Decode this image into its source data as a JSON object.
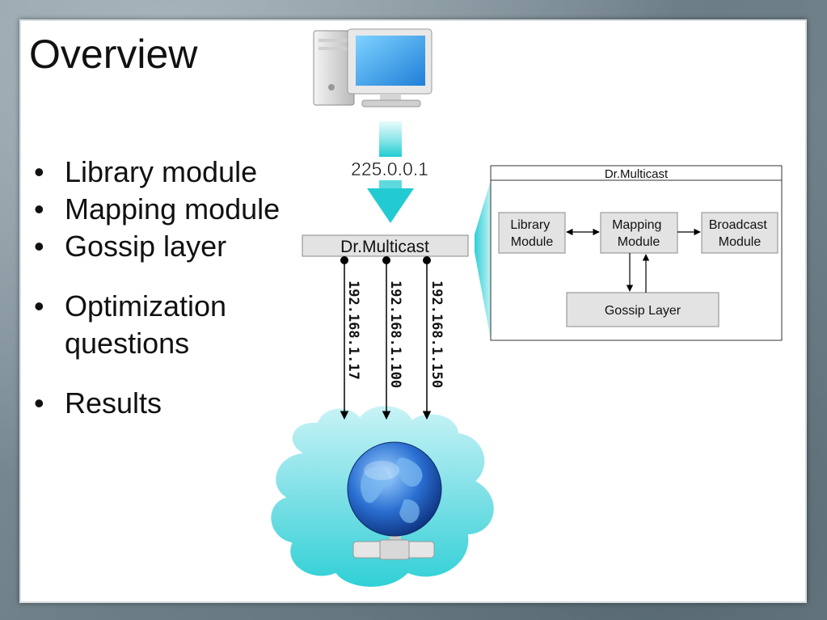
{
  "slide": {
    "title": "Overview",
    "bullets": [
      "Library module",
      "Mapping module",
      "Gossip layer",
      "Optimization questions",
      "Results"
    ]
  },
  "network": {
    "multicast_address": "225.0.0.1",
    "dr_multicast_label": "Dr.Multicast",
    "unicast_addresses": [
      "192.168.1.17",
      "192.168.1.100",
      "192.168.1.150"
    ]
  },
  "inset": {
    "title": "Dr.Multicast",
    "library": [
      "Library",
      "Module"
    ],
    "mapping": [
      "Mapping",
      "Module"
    ],
    "broadcast": [
      "Broadcast",
      "Module"
    ],
    "gossip": "Gossip Layer"
  },
  "colors": {
    "accent": "#2fd0d6",
    "box_fill": "#e3e3e3"
  },
  "icons": [
    "desktop-computer-icon",
    "globe-network-icon",
    "cloud-shape"
  ]
}
